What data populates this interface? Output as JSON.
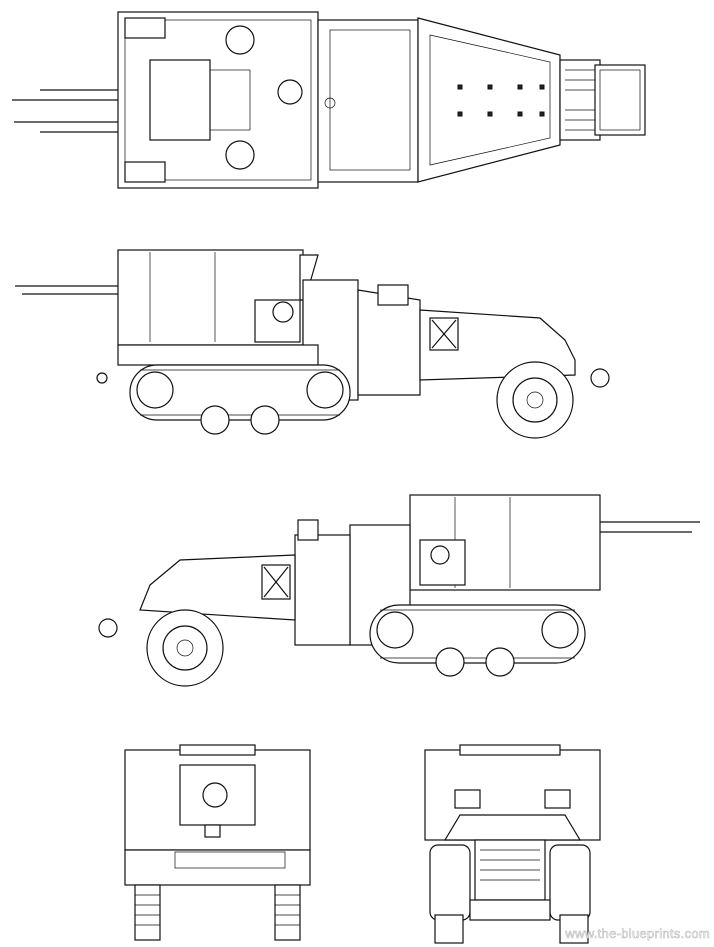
{
  "watermark": "www.the-blueprints.com",
  "views": [
    "top-view",
    "left-side-view",
    "right-side-view",
    "rear-view",
    "front-view"
  ]
}
